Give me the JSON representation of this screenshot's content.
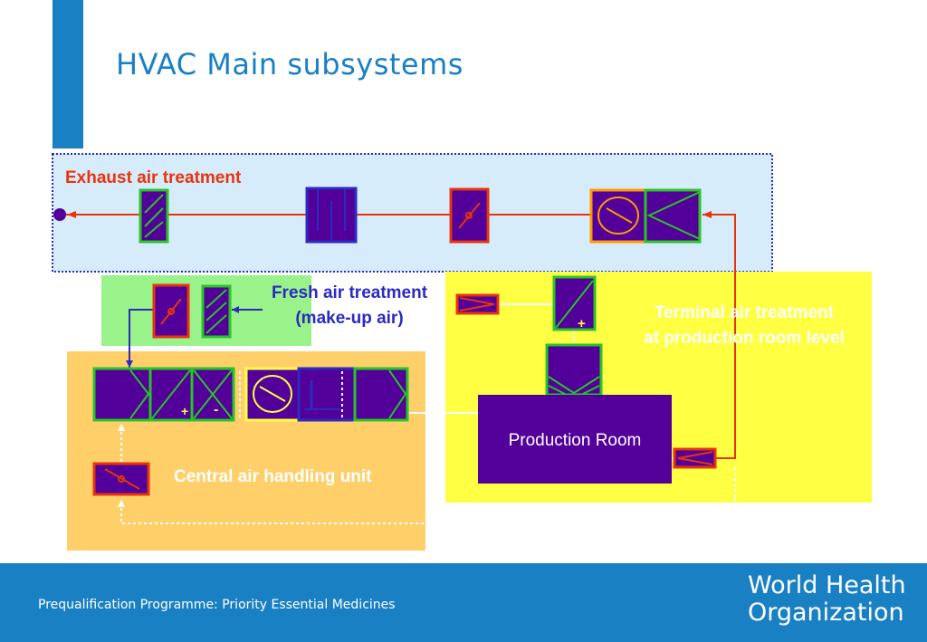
{
  "slide": {
    "title": "HVAC Main subsystems",
    "footer_text": "Prequalification Programme: Priority Essential Medicines",
    "org_name": "World Health\nOrganization"
  },
  "labels": {
    "exhaust": "Exhaust air treatment",
    "fresh": "Fresh air treatment\n(make-up air)",
    "terminal": "Terminal air treatment\nat production room level",
    "central": "Central air handling unit",
    "production_room": "Production Room"
  },
  "symbols": {
    "plus": "+",
    "minus": "-"
  },
  "colors": {
    "brand_blue": "#1a80c4",
    "exhaust_zone": "#d7ecfb",
    "fresh_zone": "#9af28a",
    "central_zone": "#ffd06a",
    "terminal_zone": "#ffff44",
    "component_fill": "#520099",
    "flow_line": "#e8340c"
  }
}
